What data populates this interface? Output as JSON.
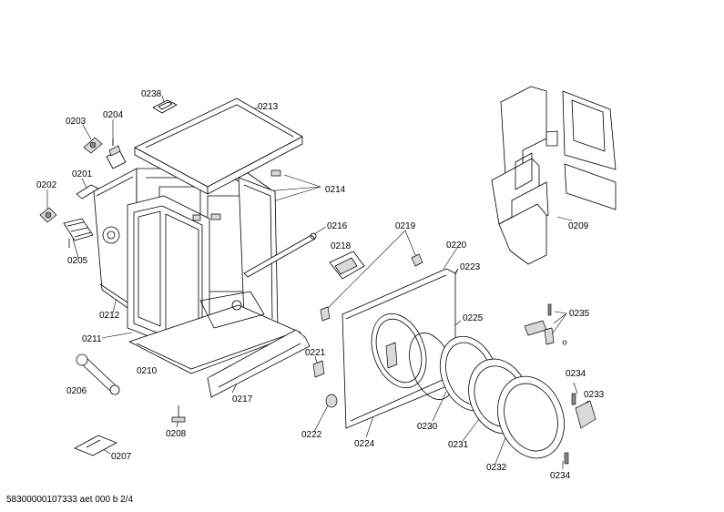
{
  "footer": "58300000107333 aet 000 b 2/4",
  "labels": {
    "l0238": "0238",
    "l0213": "0213",
    "l0203": "0203",
    "l0204": "0204",
    "l0201": "0201",
    "l0202": "0202",
    "l0205": "0205",
    "l0214": "0214",
    "l0216": "0216",
    "l0218": "0218",
    "l0219": "0219",
    "l0220": "0220",
    "l0223": "0223",
    "l0212": "0212",
    "l0211": "0211",
    "l0210": "0210",
    "l0217": "0217",
    "l0206": "0206",
    "l0208": "0208",
    "l0207": "0207",
    "l0221": "0221",
    "l0222": "0222",
    "l0224": "0224",
    "l0225": "0225",
    "l0230": "0230",
    "l0231": "0231",
    "l0232": "0232",
    "l0234a": "0234",
    "l0234b": "0234",
    "l0233": "0233",
    "l0235": "0235",
    "l0209": "0209"
  }
}
